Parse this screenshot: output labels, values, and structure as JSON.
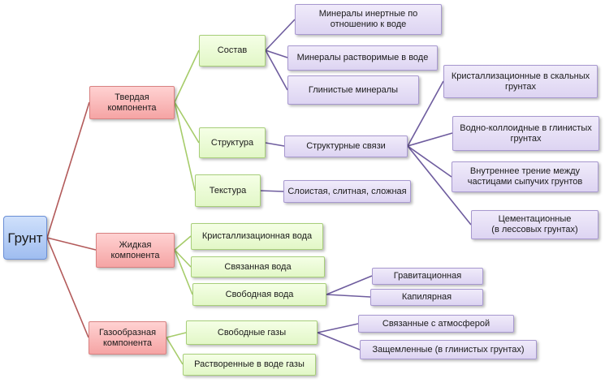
{
  "root": "Грунт",
  "solid": {
    "label": "Твердая компонента",
    "composition": {
      "label": "Состав",
      "items": [
        "Минералы инертные по отношению к воде",
        "Минералы растворимые в воде",
        "Глинистые минералы"
      ]
    },
    "structure": {
      "label": "Структура",
      "bonds": "Структурные связи",
      "bond_types": [
        "Кристаллизационные в скальных грунтах",
        "Водно-коллоидные в глинистых грунтах",
        "Внутреннее трение между частицами сыпучих грунтов",
        "Цементационные\n(в лессовых грунтах)"
      ]
    },
    "texture": {
      "label": "Текстура",
      "types": "Слоистая, слитная, сложная"
    }
  },
  "liquid": {
    "label": "Жидкая компонента",
    "crystal_water": "Кристаллизационная вода",
    "bound_water": "Связанная вода",
    "free_water": {
      "label": "Свободная вода",
      "types": [
        "Гравитационная",
        "Капилярная"
      ]
    }
  },
  "gas": {
    "label": "Газообразная компонента",
    "free_gases": {
      "label": "Свободные газы",
      "types": [
        "Связанные с атмосферой",
        "Защемленные  (в глинистых грунтах)"
      ]
    },
    "dissolved_gases": "Растворенные в воде газы"
  },
  "colors": {
    "root": "#9fbdf0",
    "component": "#f5a4a4",
    "level2": "#e2f7c7",
    "leaf": "#ddd4f2",
    "edge_red": "#b35a5a",
    "edge_green": "#a6cc6a",
    "edge_purple": "#6e5c9e"
  }
}
